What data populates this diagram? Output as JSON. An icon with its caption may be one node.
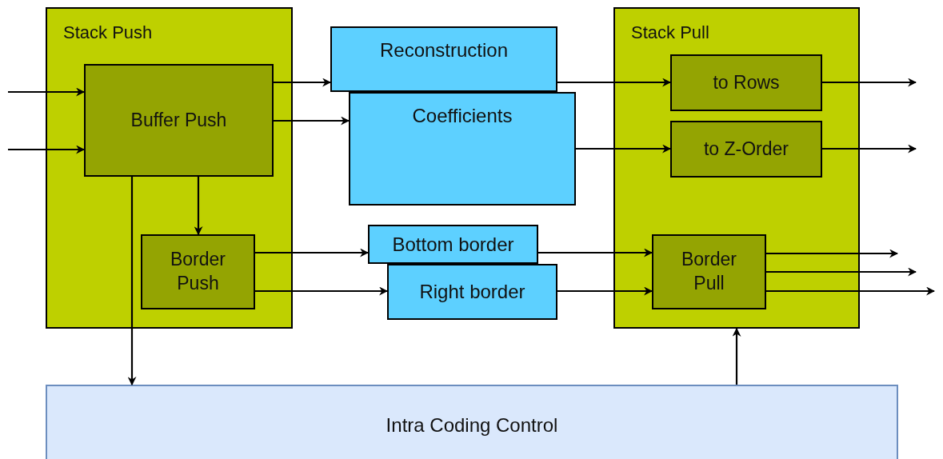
{
  "diagram": {
    "nodes": [
      {
        "text": [
          "Stack Push"
        ]
      },
      {
        "text": [
          "Buffer Push"
        ],
        "in": 0
      },
      {
        "text": [
          "Border Push"
        ],
        "in": 0
      },
      {
        "text": [
          "Reconstruction"
        ]
      },
      {
        "text": [
          "Coefficients"
        ]
      },
      {
        "text": [
          "Bottom border"
        ]
      },
      {
        "text": [
          "Right border"
        ]
      },
      {
        "text": [
          "Stack Pull"
        ]
      },
      {
        "text": [
          "to Rows"
        ],
        "in": 7
      },
      {
        "text": [
          "to Z-Order"
        ],
        "in": 7
      },
      {
        "text": [
          "Border Pull"
        ],
        "in": 7
      },
      {
        "text": [
          "Intra Coding Control"
        ]
      }
    ],
    "edges": [
      {
        "from": null,
        "to": 1,
        "arrow": "to"
      },
      {
        "from": null,
        "to": 1,
        "arrow": "to"
      },
      {
        "from": 1,
        "to": 3,
        "arrow": "to"
      },
      {
        "from": 1,
        "to": 4,
        "arrow": "to"
      },
      {
        "from": 1,
        "to": 2,
        "arrow": "to"
      },
      {
        "from": 1,
        "to": 11,
        "arrow": "to"
      },
      {
        "from": 2,
        "to": 5,
        "arrow": "to"
      },
      {
        "from": 2,
        "to": 6,
        "arrow": "to"
      },
      {
        "from": 3,
        "to": 8,
        "arrow": "to"
      },
      {
        "from": 4,
        "to": 9,
        "arrow": "to"
      },
      {
        "from": 5,
        "to": 10,
        "arrow": "to"
      },
      {
        "from": 6,
        "to": 10,
        "arrow": "to"
      },
      {
        "from": 8,
        "to": null,
        "arrow": "to"
      },
      {
        "from": 9,
        "to": null,
        "arrow": "to"
      },
      {
        "from": 10,
        "to": null,
        "arrow": "to"
      },
      {
        "from": 10,
        "to": null,
        "arrow": "to"
      },
      {
        "from": 10,
        "to": null,
        "arrow": "to"
      },
      {
        "from": 11,
        "to": 7,
        "arrow": "to"
      }
    ]
  }
}
